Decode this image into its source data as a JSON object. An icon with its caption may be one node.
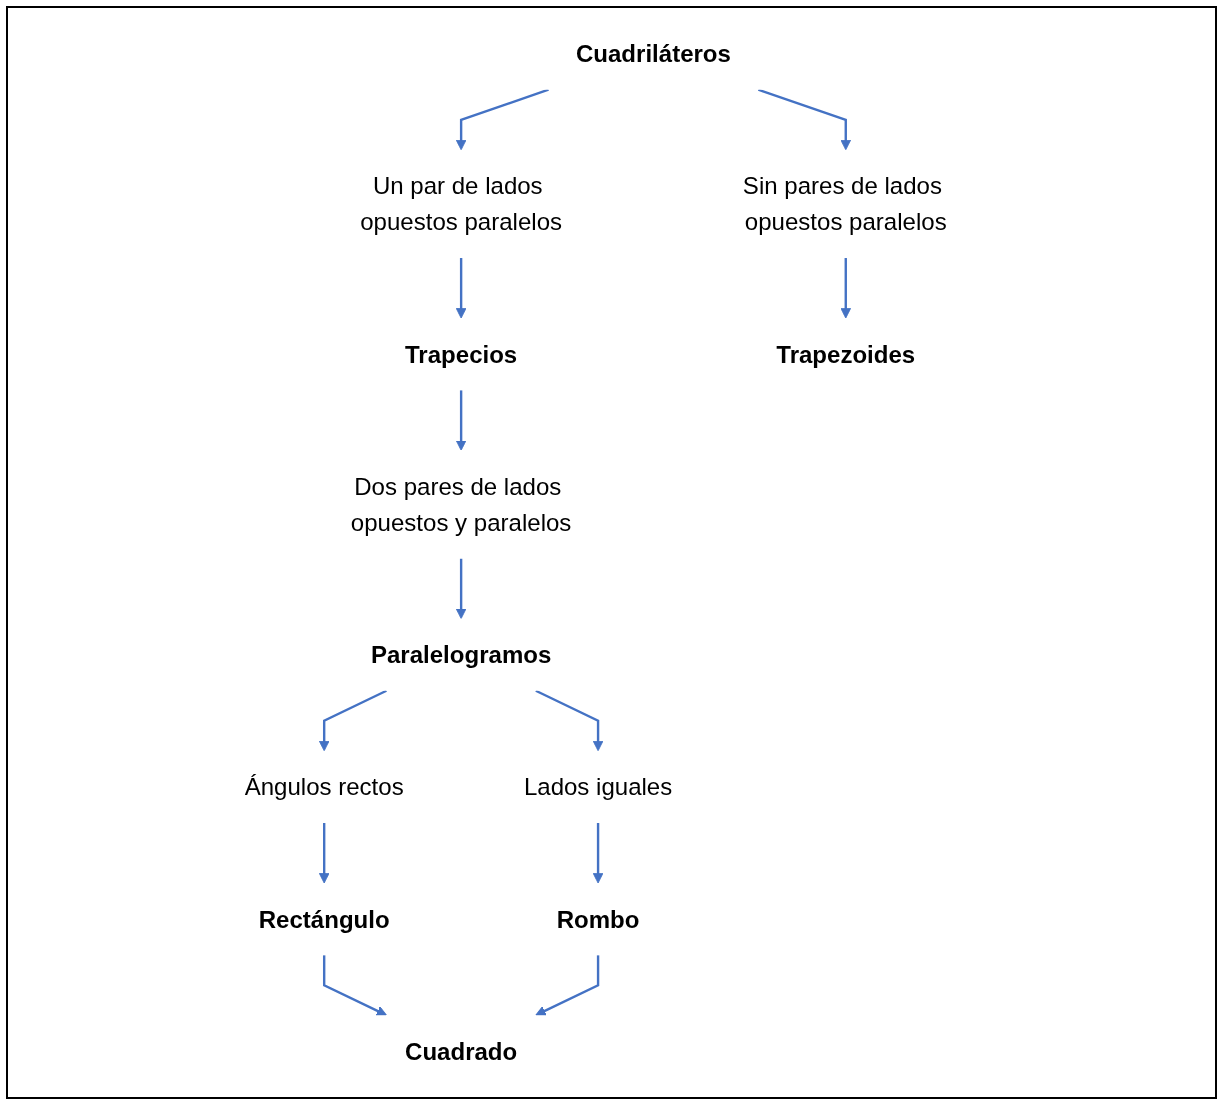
{
  "diagram": {
    "nodes": [
      {
        "text": [
          "Cuadriláteros"
        ]
      },
      {
        "text": [
          "Un par de lados opuestos paralelos"
        ]
      },
      {
        "text": [
          "Sin pares de lados opuestos paralelos"
        ]
      },
      {
        "text": [
          "Trapecios"
        ]
      },
      {
        "text": [
          "Dos pares de lados opuestos y paralelos"
        ]
      },
      {
        "text": [
          "Trapezoides"
        ]
      },
      {
        "text": [
          "Paralelogramos"
        ]
      },
      {
        "text": [
          "Ángulos rectos"
        ]
      },
      {
        "text": [
          "Lados iguales"
        ]
      },
      {
        "text": [
          "Rectángulo"
        ]
      },
      {
        "text": [
          "Rombo"
        ]
      },
      {
        "text": [
          "Cuadrado"
        ]
      }
    ],
    "edges": [
      {
        "from": 0,
        "to": 1,
        "arrow": "to"
      },
      {
        "from": 0,
        "to": 2,
        "arrow": "to"
      },
      {
        "from": 1,
        "to": 3,
        "arrow": "to"
      },
      {
        "from": 2,
        "to": 5,
        "arrow": "to"
      },
      {
        "from": 3,
        "to": 4,
        "arrow": "to"
      },
      {
        "from": 4,
        "to": 6,
        "arrow": "to"
      },
      {
        "from": 6,
        "to": 7,
        "arrow": "to"
      },
      {
        "from": 6,
        "to": 8,
        "arrow": "to"
      },
      {
        "from": 7,
        "to": 9,
        "arrow": "to"
      },
      {
        "from": 8,
        "to": 10,
        "arrow": "to"
      },
      {
        "from": 9,
        "to": 11,
        "arrow": "to"
      },
      {
        "from": 10,
        "to": 11,
        "arrow": "to"
      }
    ]
  }
}
